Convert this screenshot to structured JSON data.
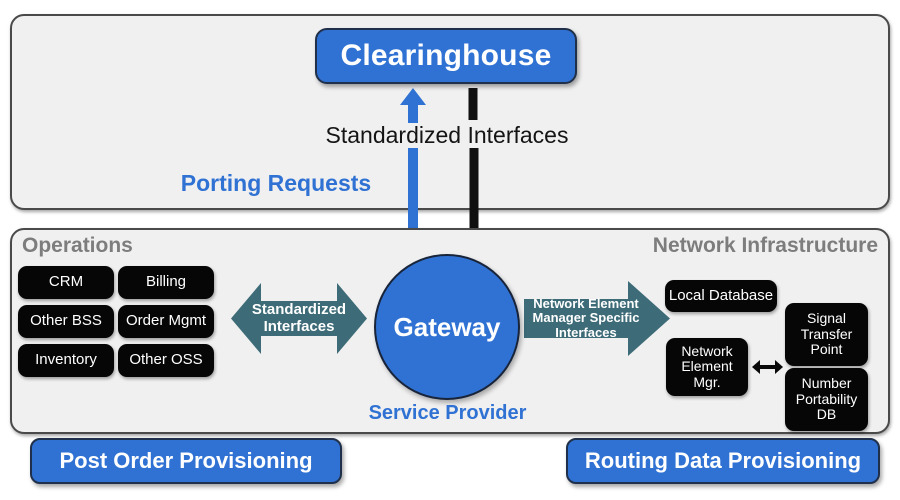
{
  "diagram": {
    "title_node": "Clearinghouse",
    "top_panel": {
      "interface_label": "Standardized Interfaces",
      "porting_label": "Porting Requests"
    },
    "bottom_panel": {
      "left_title": "Operations",
      "right_title": "Network Infrastructure",
      "center_node": "Gateway",
      "center_caption": "Service Provider"
    },
    "operations_boxes": [
      {
        "label": "CRM"
      },
      {
        "label": "Billing"
      },
      {
        "label": "Other BSS"
      },
      {
        "label": "Order Mgmt"
      },
      {
        "label": "Inventory"
      },
      {
        "label": "Other OSS"
      }
    ],
    "network_boxes": [
      {
        "label": "Local Database"
      },
      {
        "label": "Network Element Mgr."
      },
      {
        "label": "Signal Transfer Point"
      },
      {
        "label": "Number Portability DB"
      }
    ],
    "flow_arrows": {
      "left_arrow_label": "Standardized Interfaces",
      "right_arrow_label": "Network Element Manager Specific Interfaces"
    },
    "banners": {
      "left": "Post Order Provisioning",
      "right": "Routing Data Provisioning"
    },
    "colors": {
      "brand_blue": "#3072d3",
      "teal_arrow": "#3d6b77",
      "box_black": "#060606",
      "panel_fill": "#f0f0f0",
      "title_gray": "#7d7d7d"
    }
  }
}
